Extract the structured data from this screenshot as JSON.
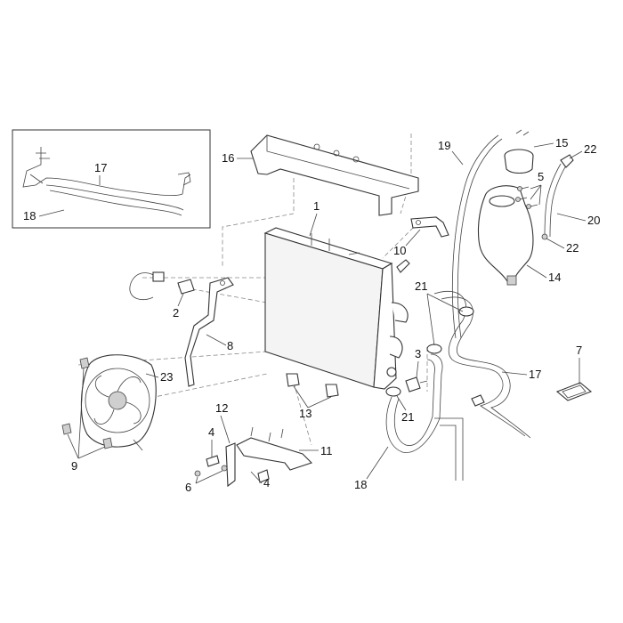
{
  "callouts": {
    "c1": "1",
    "c2": "2",
    "c3": "3",
    "c4a": "4",
    "c4b": "4",
    "c5": "5",
    "c6": "6",
    "c7": "7",
    "c8": "8",
    "c9": "9",
    "c10": "10",
    "c11": "11",
    "c12": "12",
    "c13": "13",
    "c14": "14",
    "c15": "15",
    "c16": "16",
    "c17a": "17",
    "c17b": "17",
    "c18a": "18",
    "c18b": "18",
    "c19": "19",
    "c20": "20",
    "c21a": "21",
    "c21b": "21",
    "c22a": "22",
    "c22b": "22",
    "c23": "23"
  }
}
